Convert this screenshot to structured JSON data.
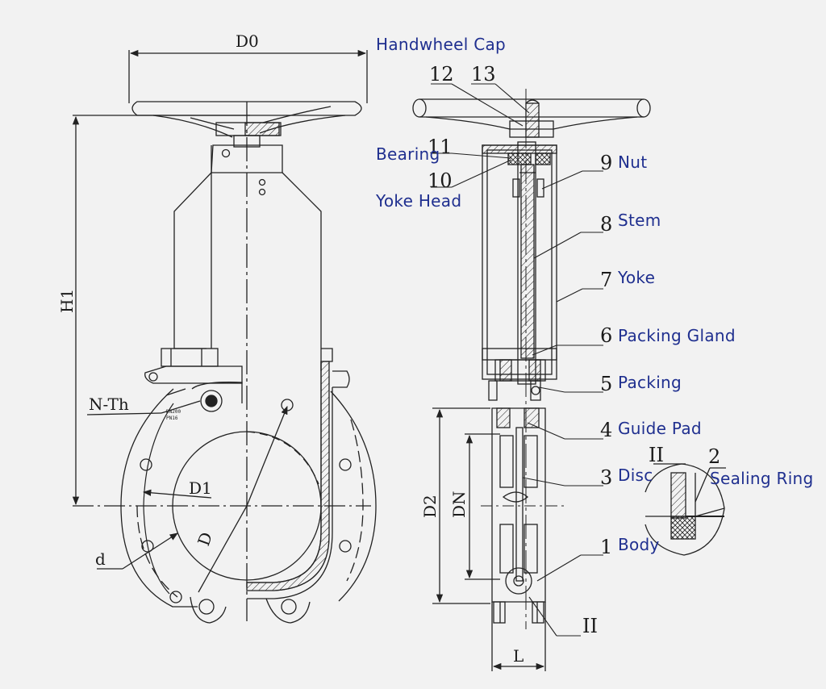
{
  "dimensions": {
    "d0": "D0",
    "h1": "H1",
    "d1": "D1",
    "d": "D",
    "bolt_hole": "d",
    "n_th": "N-Th",
    "d2": "D2",
    "dn": "DN",
    "l": "L"
  },
  "callouts": {
    "n1": "1",
    "n2": "2",
    "n3": "3",
    "n4": "4",
    "n5": "5",
    "n6": "6",
    "n7": "7",
    "n8": "8",
    "n9": "9",
    "n10": "10",
    "n11": "11",
    "n12": "12",
    "n13": "13"
  },
  "labels": {
    "handwheel_cap": "Handwheel  Cap",
    "bearing": "Bearing",
    "yoke_head": "Yoke Head",
    "nut": "Nut",
    "stem": "Stem",
    "yoke": "Yoke",
    "packing_gland": "Packing Gland",
    "packing": "Packing",
    "guide_pad": "Guide Pad",
    "disc": "Disc",
    "body": "Body",
    "sealing_ring": "Sealing Ring"
  },
  "section": {
    "detail_mark": "II",
    "section_mark": "II"
  },
  "stamps": {
    "dn": "DN200",
    "pn": "PN16"
  }
}
